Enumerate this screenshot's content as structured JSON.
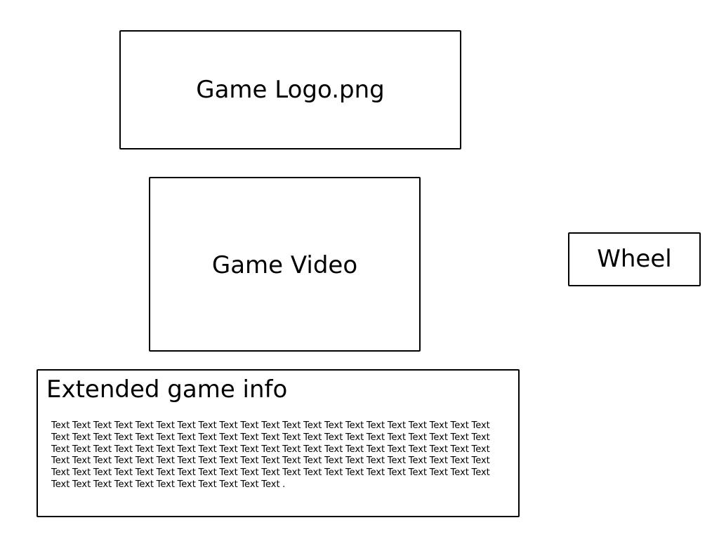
{
  "logo": {
    "label": "Game Logo.png"
  },
  "video": {
    "label": "Game Video"
  },
  "wheel": {
    "label": "Wheel"
  },
  "info": {
    "title": "Extended game info",
    "body": "Text Text Text Text Text Text Text Text Text Text Text Text Text Text Text Text Text Text Text Text Text Text Text Text Text Text Text Text Text Text Text Text Text Text Text Text Text Text Text Text Text Text Text Text Text Text Text Text Text Text Text Text Text Text Text Text Text Text Text Text Text Text Text Text Text Text Text Text Text Text Text Text Text Text Text Text Text Text Text Text Text Text Text Text Text Text Text Text Text Text Text Text Text Text Text Text Text Text Text Text Text Text Text Text Text Text Text Text Text Text Text Text Text Text Text Text ."
  }
}
